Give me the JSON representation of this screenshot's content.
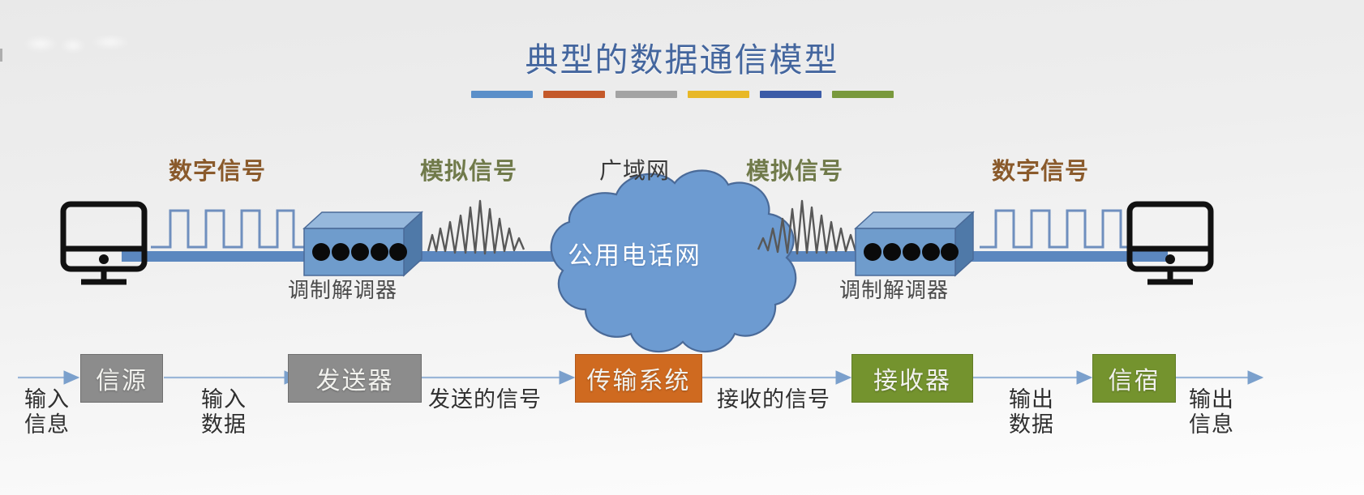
{
  "slide": {
    "title": "典型的数据通信模型",
    "accent_bars": [
      {
        "name": "bar-blue",
        "color": "#5b8fc9"
      },
      {
        "name": "bar-orange",
        "color": "#c4592a"
      },
      {
        "name": "bar-gray",
        "color": "#a3a3a3"
      },
      {
        "name": "bar-yellow",
        "color": "#e8b827"
      },
      {
        "name": "bar-darkblue",
        "color": "#3b5ba7"
      },
      {
        "name": "bar-green",
        "color": "#79993c"
      }
    ]
  },
  "upper_diagram": {
    "signal_labels": [
      {
        "text": "数字信号",
        "kind": "digital"
      },
      {
        "text": "模拟信号",
        "kind": "analog"
      },
      {
        "text": "模拟信号",
        "kind": "analog"
      },
      {
        "text": "数字信号",
        "kind": "digital"
      }
    ],
    "wan_label": "广域网",
    "cloud_text": "公用电话网",
    "modem_left_label": "调制解调器",
    "modem_right_label": "调制解调器",
    "colors": {
      "wire": "#5b87bf",
      "cloud_fill": "#6d9bd1",
      "cloud_stroke": "#4a6a98",
      "digital_wave": "#6f8fbe",
      "analog_wave": "#585858",
      "modem_front": "#6f9ccc",
      "modem_top": "#96b8dc",
      "modem_side": "#4f79a8",
      "computer_stroke": "#111111"
    }
  },
  "flow_diagram": {
    "boxes": [
      {
        "label": "信源",
        "color": "#8c8c8c",
        "border": "#6f6f6f"
      },
      {
        "label": "发送器",
        "color": "#8c8c8c",
        "border": "#6f6f6f"
      },
      {
        "label": "传输系统",
        "color": "#cf6a20",
        "border": "#b2581a"
      },
      {
        "label": "接收器",
        "color": "#74932e",
        "border": "#617c26"
      },
      {
        "label": "信宿",
        "color": "#74932e",
        "border": "#617c26"
      }
    ],
    "notes": [
      {
        "line1": "输入",
        "line2": "信息"
      },
      {
        "line1": "输入",
        "line2": "数据"
      },
      {
        "line1": "发送的信号",
        "line2": ""
      },
      {
        "line1": "接收的信号",
        "line2": ""
      },
      {
        "line1": "输出",
        "line2": "数据"
      },
      {
        "line1": "输出",
        "line2": "信息"
      }
    ],
    "arrow_color": "#9ab6d8"
  }
}
